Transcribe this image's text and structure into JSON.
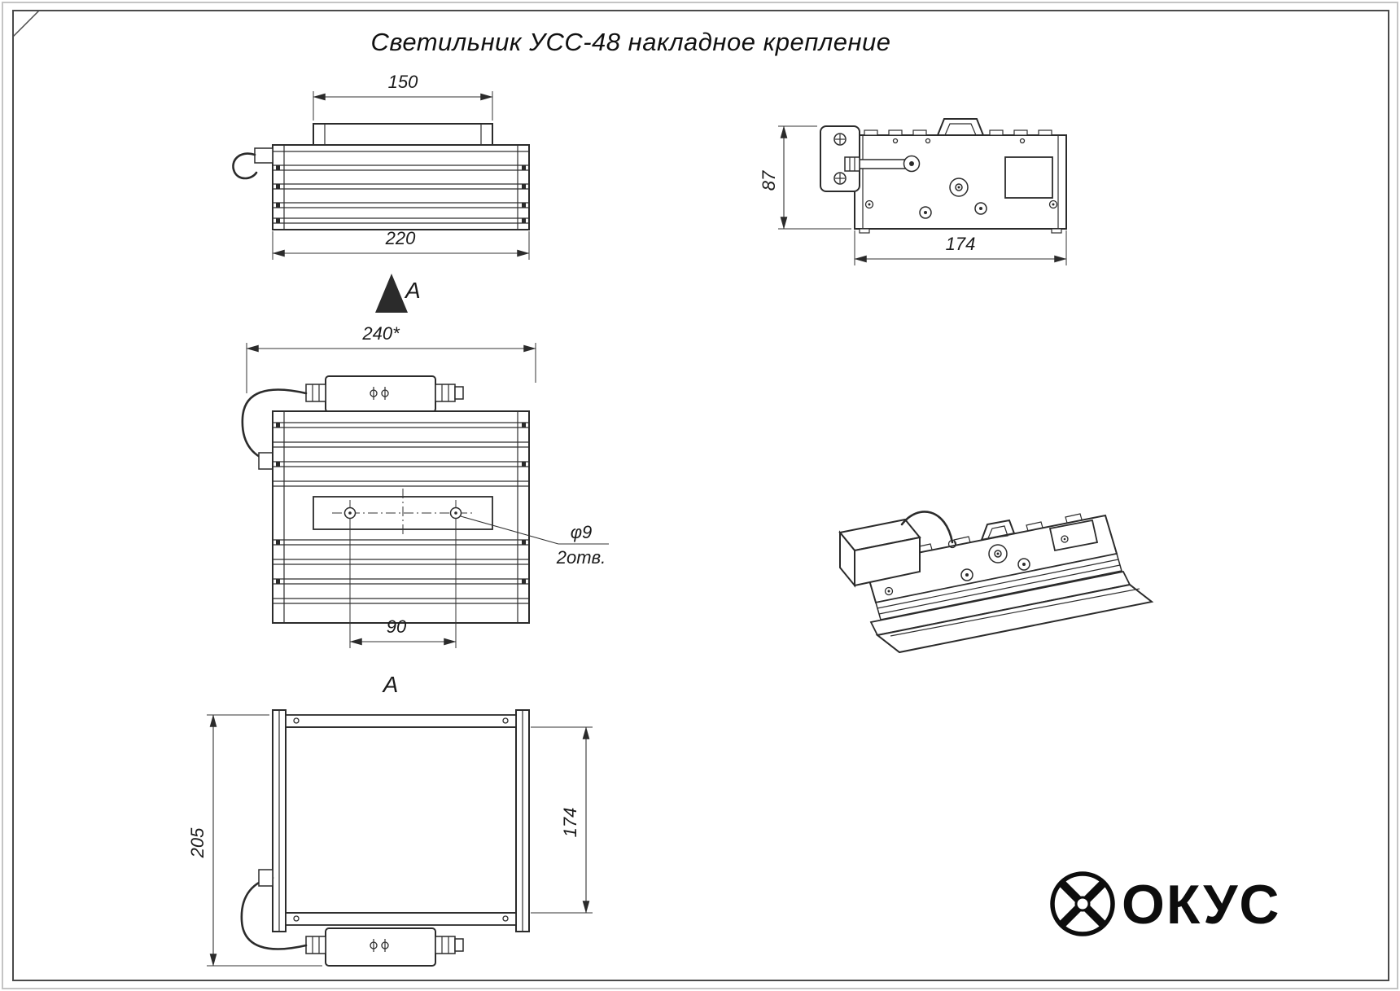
{
  "title": "Светильник УСС-48 накладное крепление",
  "views": {
    "front": {
      "dim_bracket_width": "150",
      "dim_body_width": "220",
      "section_arrow_label": "A"
    },
    "side": {
      "dim_height": "87",
      "dim_width": "174"
    },
    "top": {
      "dim_overall_width": "240*",
      "dim_hole_spacing": "90",
      "hole_diameter_note": "φ9",
      "hole_count_note": "2отв."
    },
    "section_a": {
      "label": "A",
      "dim_height_overall": "205",
      "dim_height_body": "174"
    }
  },
  "logo": {
    "emblem_icon": "fokus-knot-emblem",
    "text": "ОКУС"
  }
}
